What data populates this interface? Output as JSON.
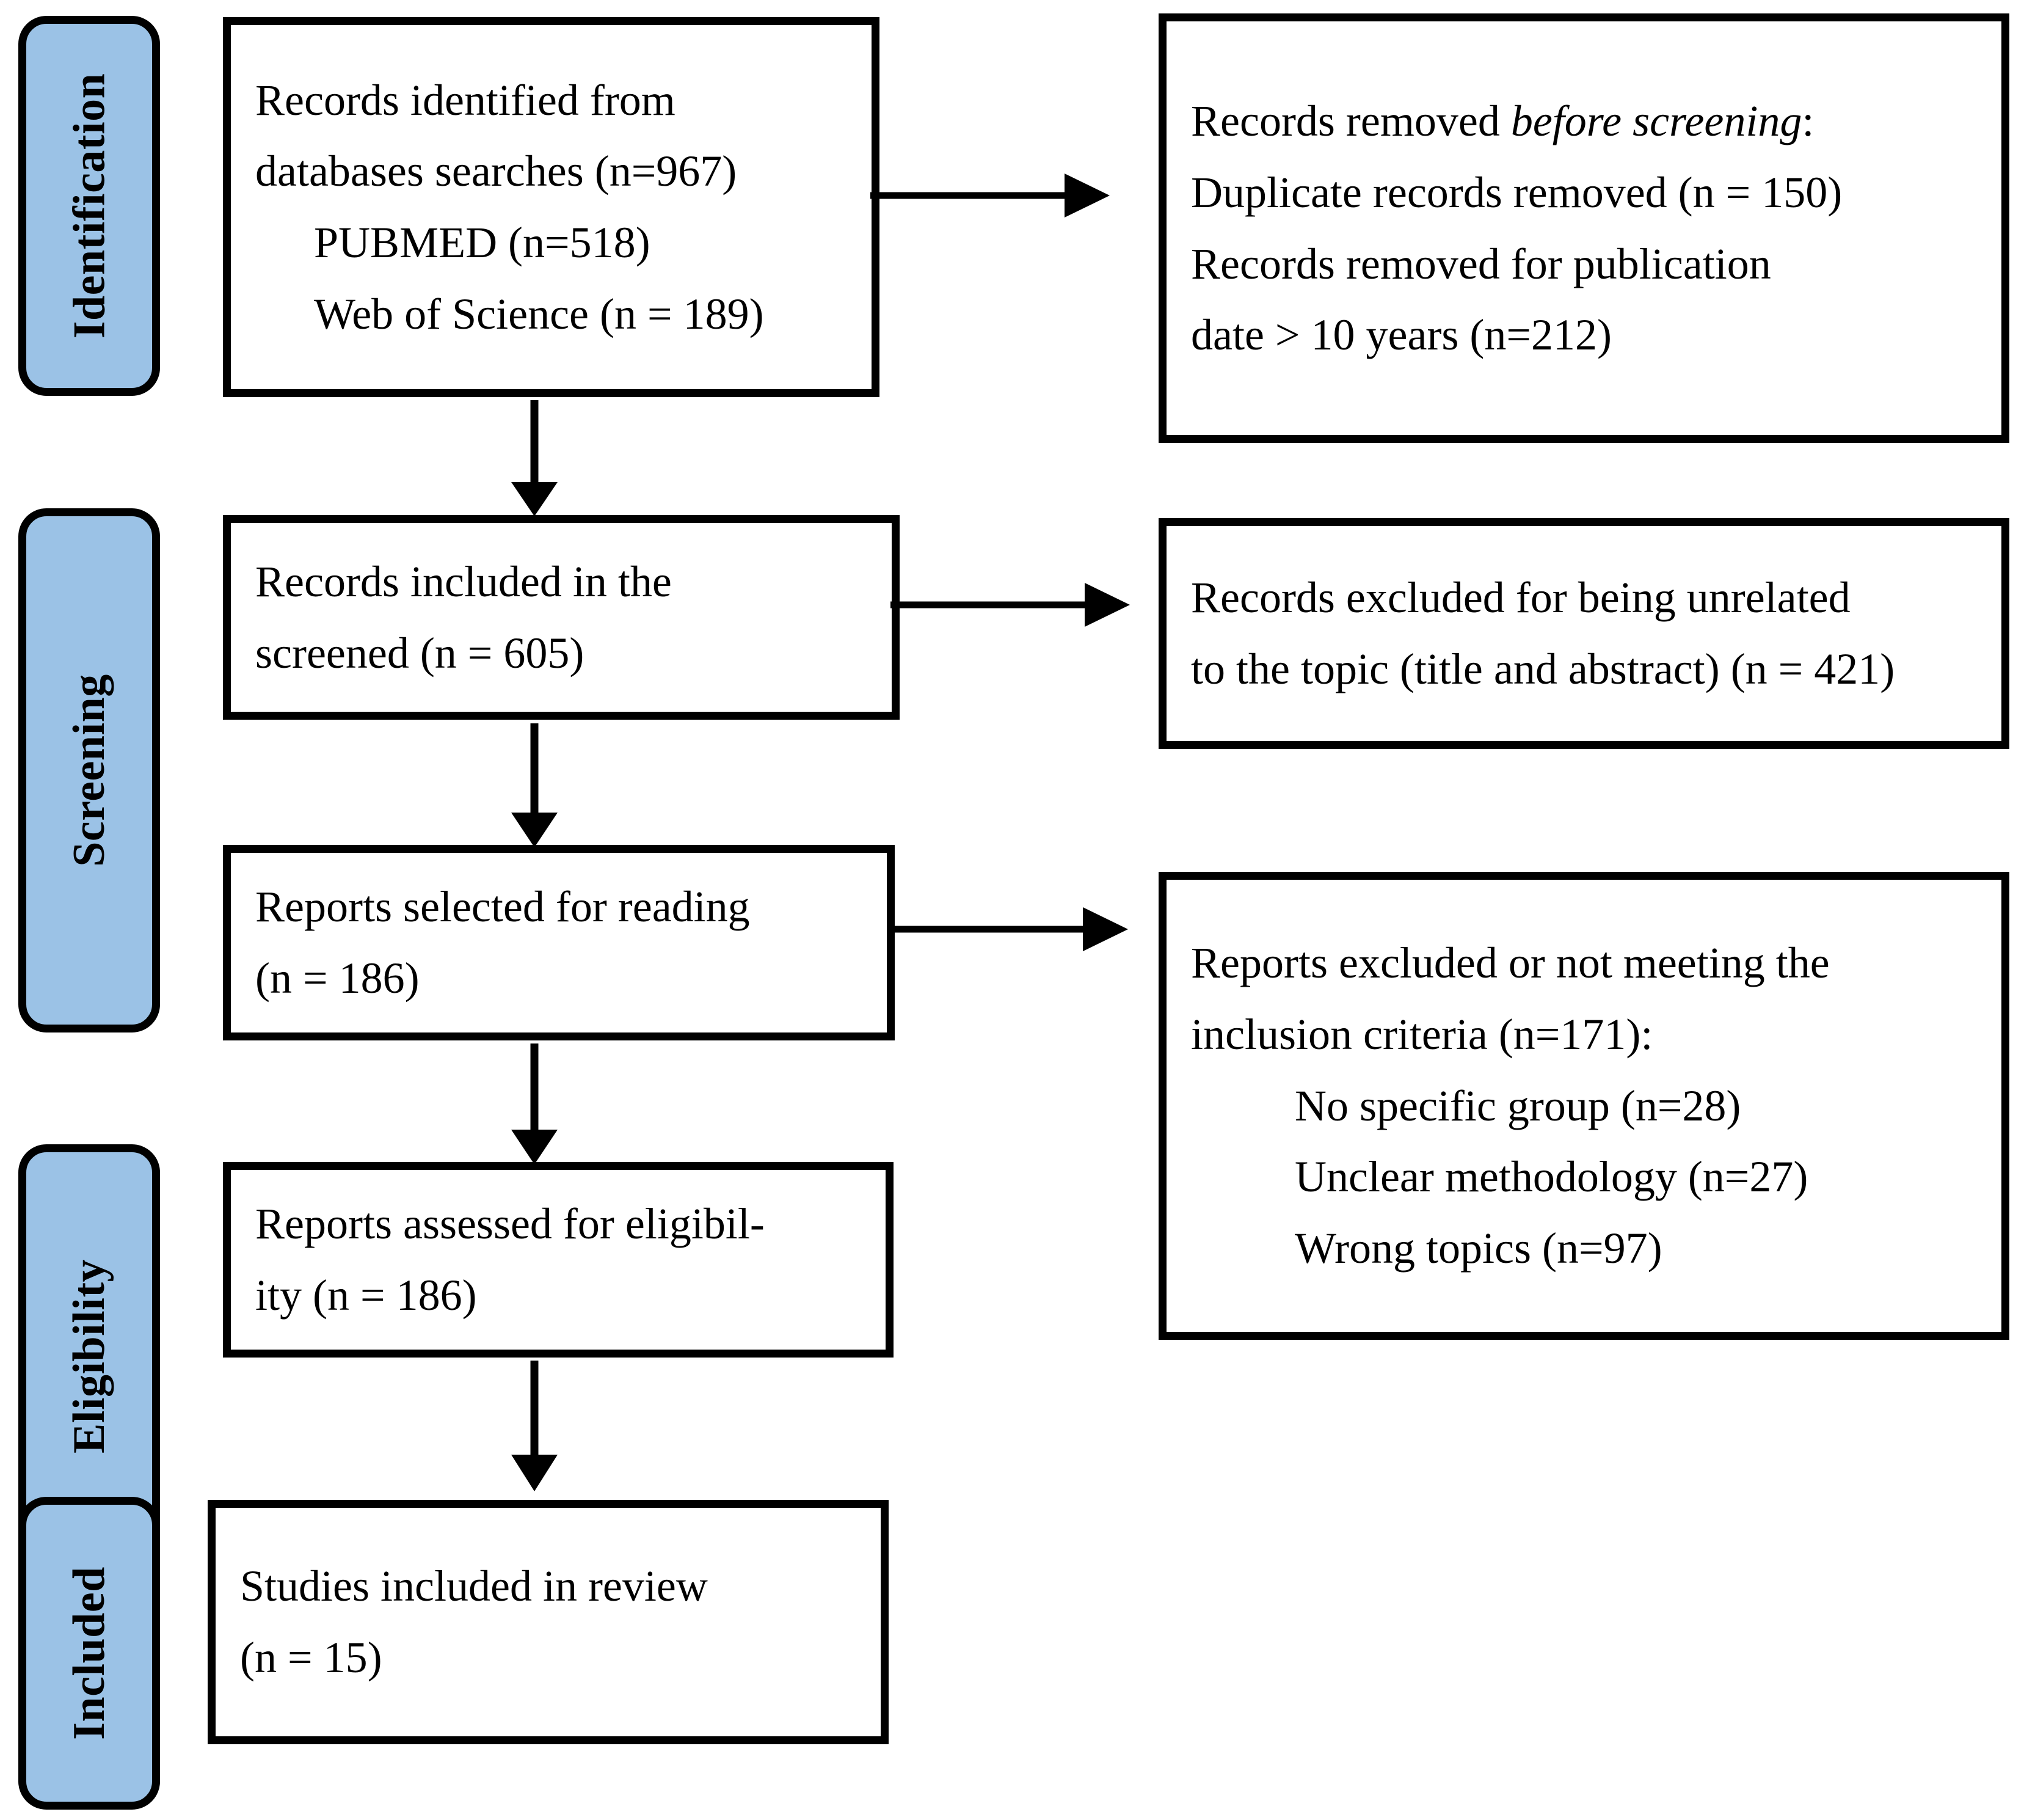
{
  "diagram": {
    "title": "PRISMA flow diagram",
    "accent_color": "#9BC2E6",
    "line_color": "#000000",
    "background_color": "#FFFFFF"
  },
  "phases": [
    {
      "id": "identification",
      "label": "Identification"
    },
    {
      "id": "screening",
      "label": "Screening"
    },
    {
      "id": "eligibility",
      "label": "Eligibility"
    },
    {
      "id": "included",
      "label": "Included"
    }
  ],
  "boxes": {
    "identified": {
      "line1": "Records identified from",
      "line2": "databases searches (n=967)",
      "line3": "PUBMED (n=518)",
      "line4": "Web of Science (n = 189)"
    },
    "removed_before_screening": {
      "line1_a": "Records removed ",
      "line1_b": "before screening",
      "line1_c": ":",
      "line2": "Duplicate records removed (n = 150)",
      "line3": "Records removed for publication",
      "line4": "date > 10 years (n=212)"
    },
    "screened": {
      "line1": "Records included in the",
      "line2": "screened (n = 605)"
    },
    "excluded_unrelated": {
      "line1": "Records excluded for being unrelated",
      "line2": "to the topic (title and abstract) (n = 421)"
    },
    "selected_reading": {
      "line1": "Reports selected for reading",
      "line2": "(n = 186)"
    },
    "excluded_criteria": {
      "line1": "Reports excluded or not meeting the",
      "line2": "inclusion criteria (n=171):",
      "line3": "No specific group (n=28)",
      "line4": "Unclear methodology (n=27)",
      "line5": "Wrong topics (n=97)"
    },
    "assessed_eligibility": {
      "line1": "Reports assessed for eligibil-",
      "line2": "ity (n = 186)"
    },
    "included_review": {
      "line1": "Studies included in review",
      "line2": "(n = 15)"
    }
  },
  "counts": {
    "records_identified_total": 967,
    "pubmed": 518,
    "web_of_science": 189,
    "duplicates_removed": 150,
    "removed_publication_date": 212,
    "records_screened": 605,
    "excluded_unrelated": 421,
    "reports_selected_for_reading": 186,
    "reports_excluded_criteria": 171,
    "no_specific_group": 28,
    "unclear_methodology": 27,
    "wrong_topics": 97,
    "reports_assessed_eligibility": 186,
    "studies_included": 15
  }
}
